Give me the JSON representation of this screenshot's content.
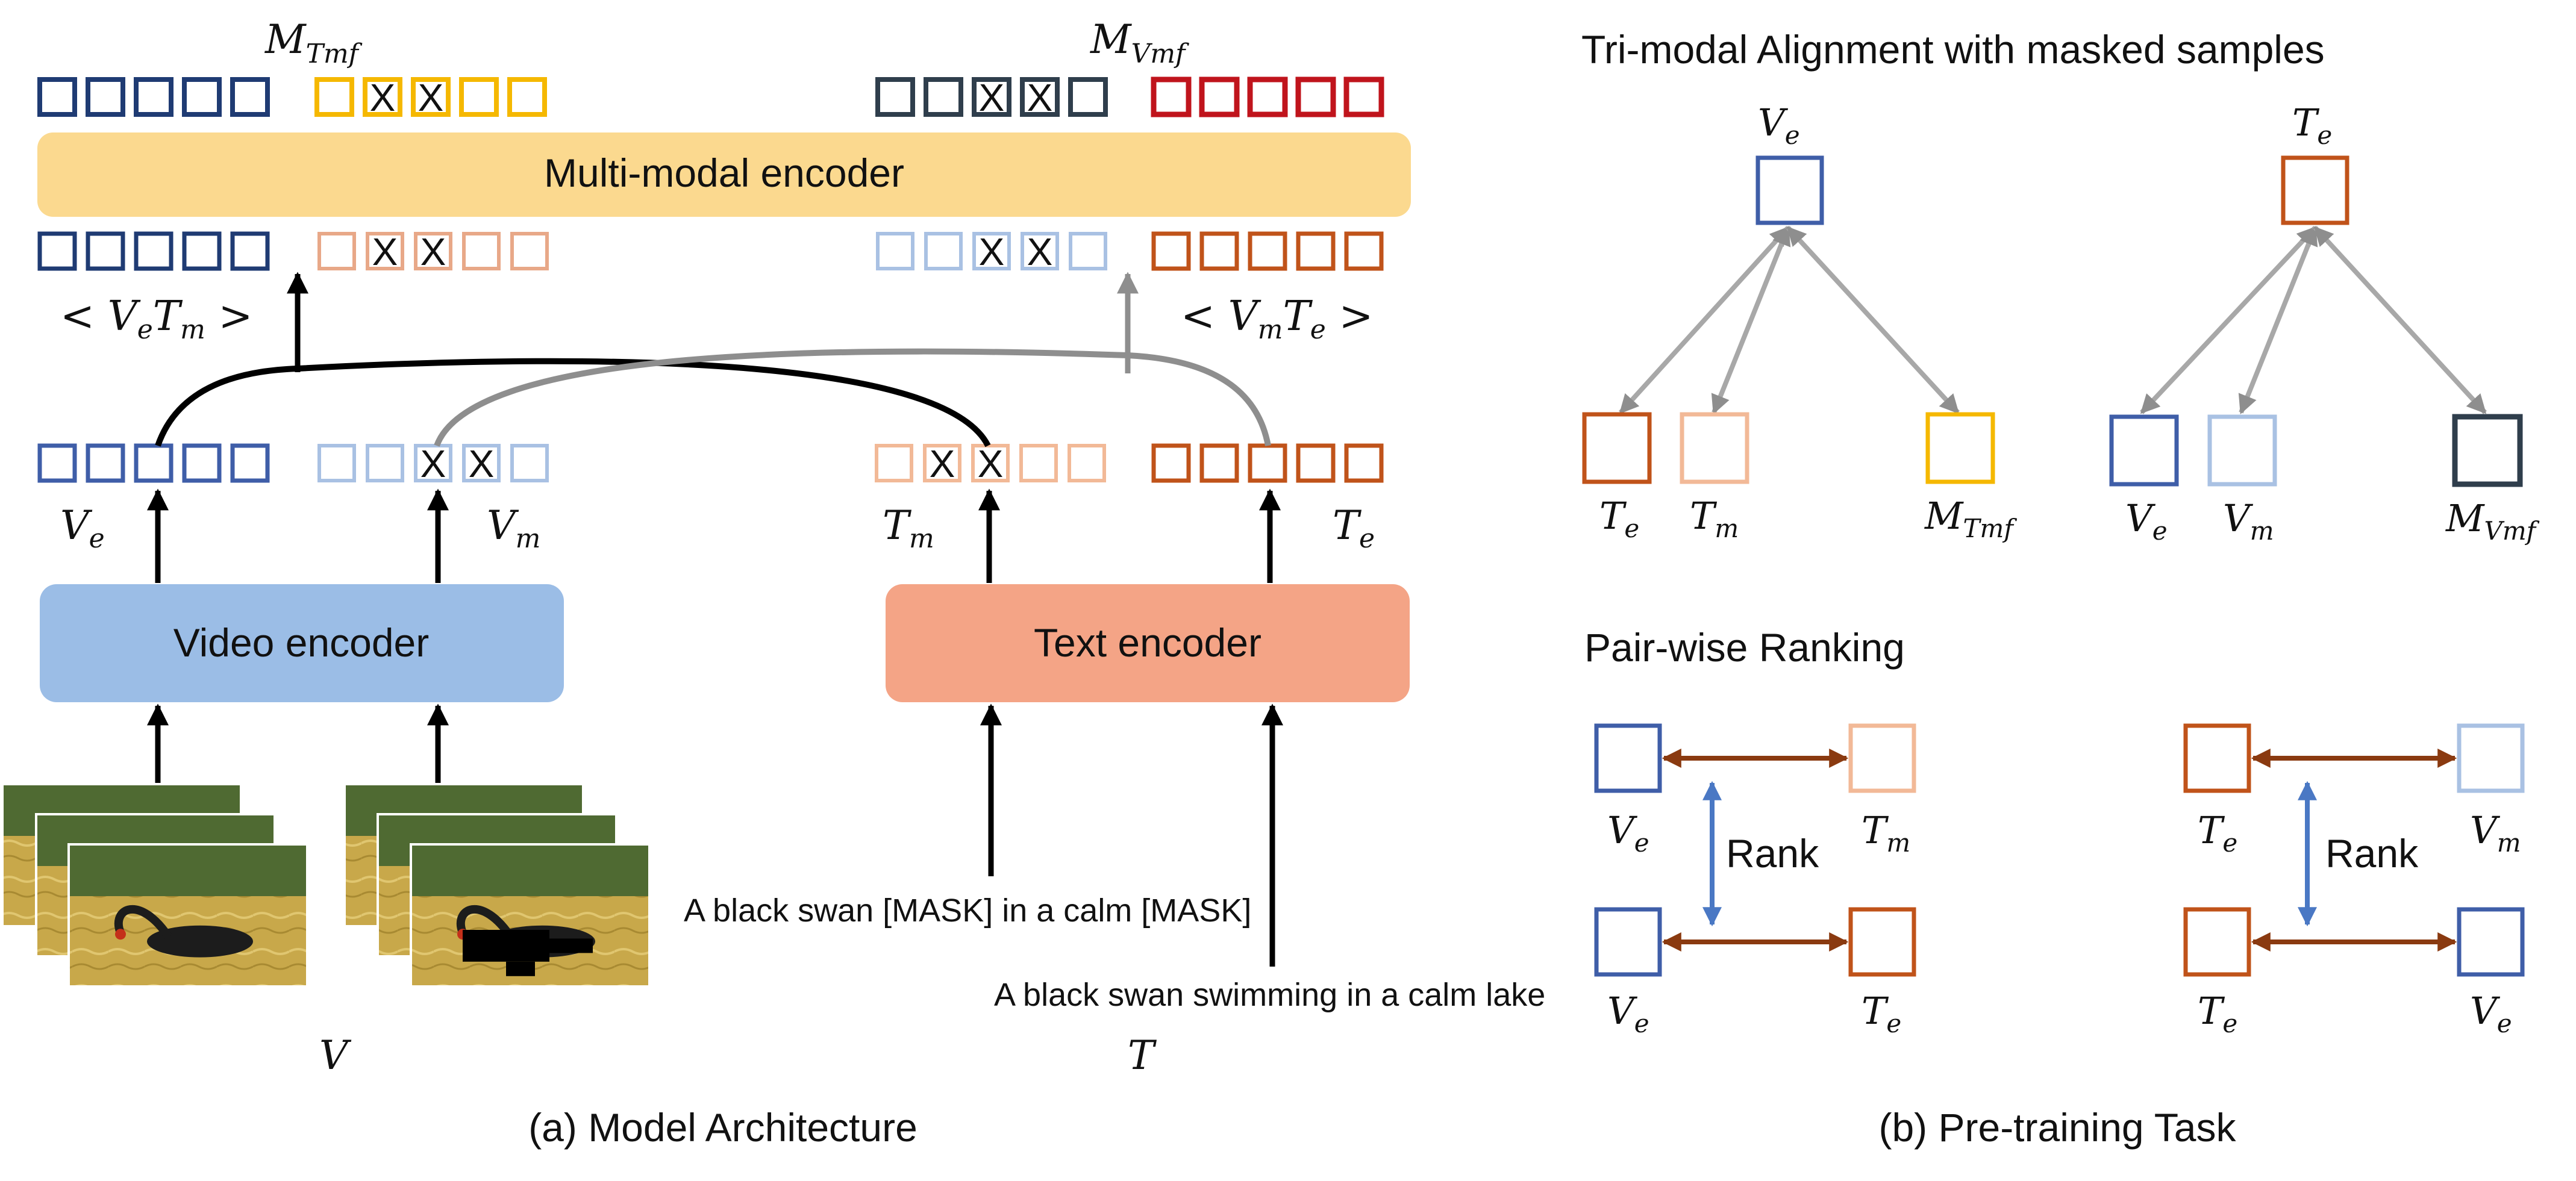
{
  "colors": {
    "navy": "#1f3b73",
    "dark_slate": "#2f3e4c",
    "yellow": "#f5b800",
    "red": "#c0141c",
    "salmon": "#e8a888",
    "light_blue": "#a9c1e3",
    "orange_brown": "#c0531a",
    "light_orange": "#f2b997",
    "mid_blue": "#3f5ea8",
    "dark_brown": "#8a3a10",
    "rank_blue": "#4a78c4",
    "gray_arrow": "#8e8e8e",
    "encoder_mm": "#fbd98f",
    "encoder_video": "#9bbde6",
    "encoder_text": "#f4a486"
  },
  "architecture": {
    "multimodal_encoder": "Multi-modal encoder",
    "video_encoder": "Video encoder",
    "text_encoder": "Text encoder",
    "label_M_Tmf": "M",
    "label_M_Tmf_sub": "Tmf",
    "label_M_Vmf": "M",
    "label_M_Vmf_sub": "Vmf",
    "pair_VeTm": {
      "open": "< ",
      "a": "V",
      "a_sub": "e",
      "b": "T",
      "b_sub": "m",
      "close": " >"
    },
    "pair_VmTe": {
      "open": "< ",
      "a": "V",
      "a_sub": "m",
      "b": "T",
      "b_sub": "e",
      "close": " >"
    },
    "label_Ve": "V",
    "label_Ve_sub": "e",
    "label_Vm": "V",
    "label_Vm_sub": "m",
    "label_Tm": "T",
    "label_Tm_sub": "m",
    "label_Te": "T",
    "label_Te_sub": "e",
    "input_V": "V",
    "input_T": "T",
    "masked_sentence": "A black swan [MASK] in a calm [MASK]",
    "full_sentence": "A black swan swimming in a calm lake",
    "mask_mark": "X",
    "caption": "(a) Model Architecture"
  },
  "pretraining": {
    "tri_modal_title": "Tri-modal Alignment with masked samples",
    "pairwise_title": "Pair-wise Ranking",
    "rank_label": "Rank",
    "caption": "(b) Pre-training Task",
    "tree_left": {
      "root": "V",
      "root_sub": "e",
      "l1": "T",
      "l1_sub": "e",
      "l2": "T",
      "l2_sub": "m",
      "l3": "M",
      "l3_sub": "Tmf"
    },
    "tree_right": {
      "root": "T",
      "root_sub": "e",
      "l1": "V",
      "l1_sub": "e",
      "l2": "V",
      "l2_sub": "m",
      "l3": "M",
      "l3_sub": "Vmf"
    },
    "rank_left": {
      "tl": "V",
      "tl_sub": "e",
      "tr": "T",
      "tr_sub": "m",
      "bl": "V",
      "bl_sub": "e",
      "br": "T",
      "br_sub": "e"
    },
    "rank_right": {
      "tl": "T",
      "tl_sub": "e",
      "tr": "V",
      "tr_sub": "m",
      "bl": "T",
      "bl_sub": "e",
      "br": "V",
      "br_sub": "e"
    }
  }
}
